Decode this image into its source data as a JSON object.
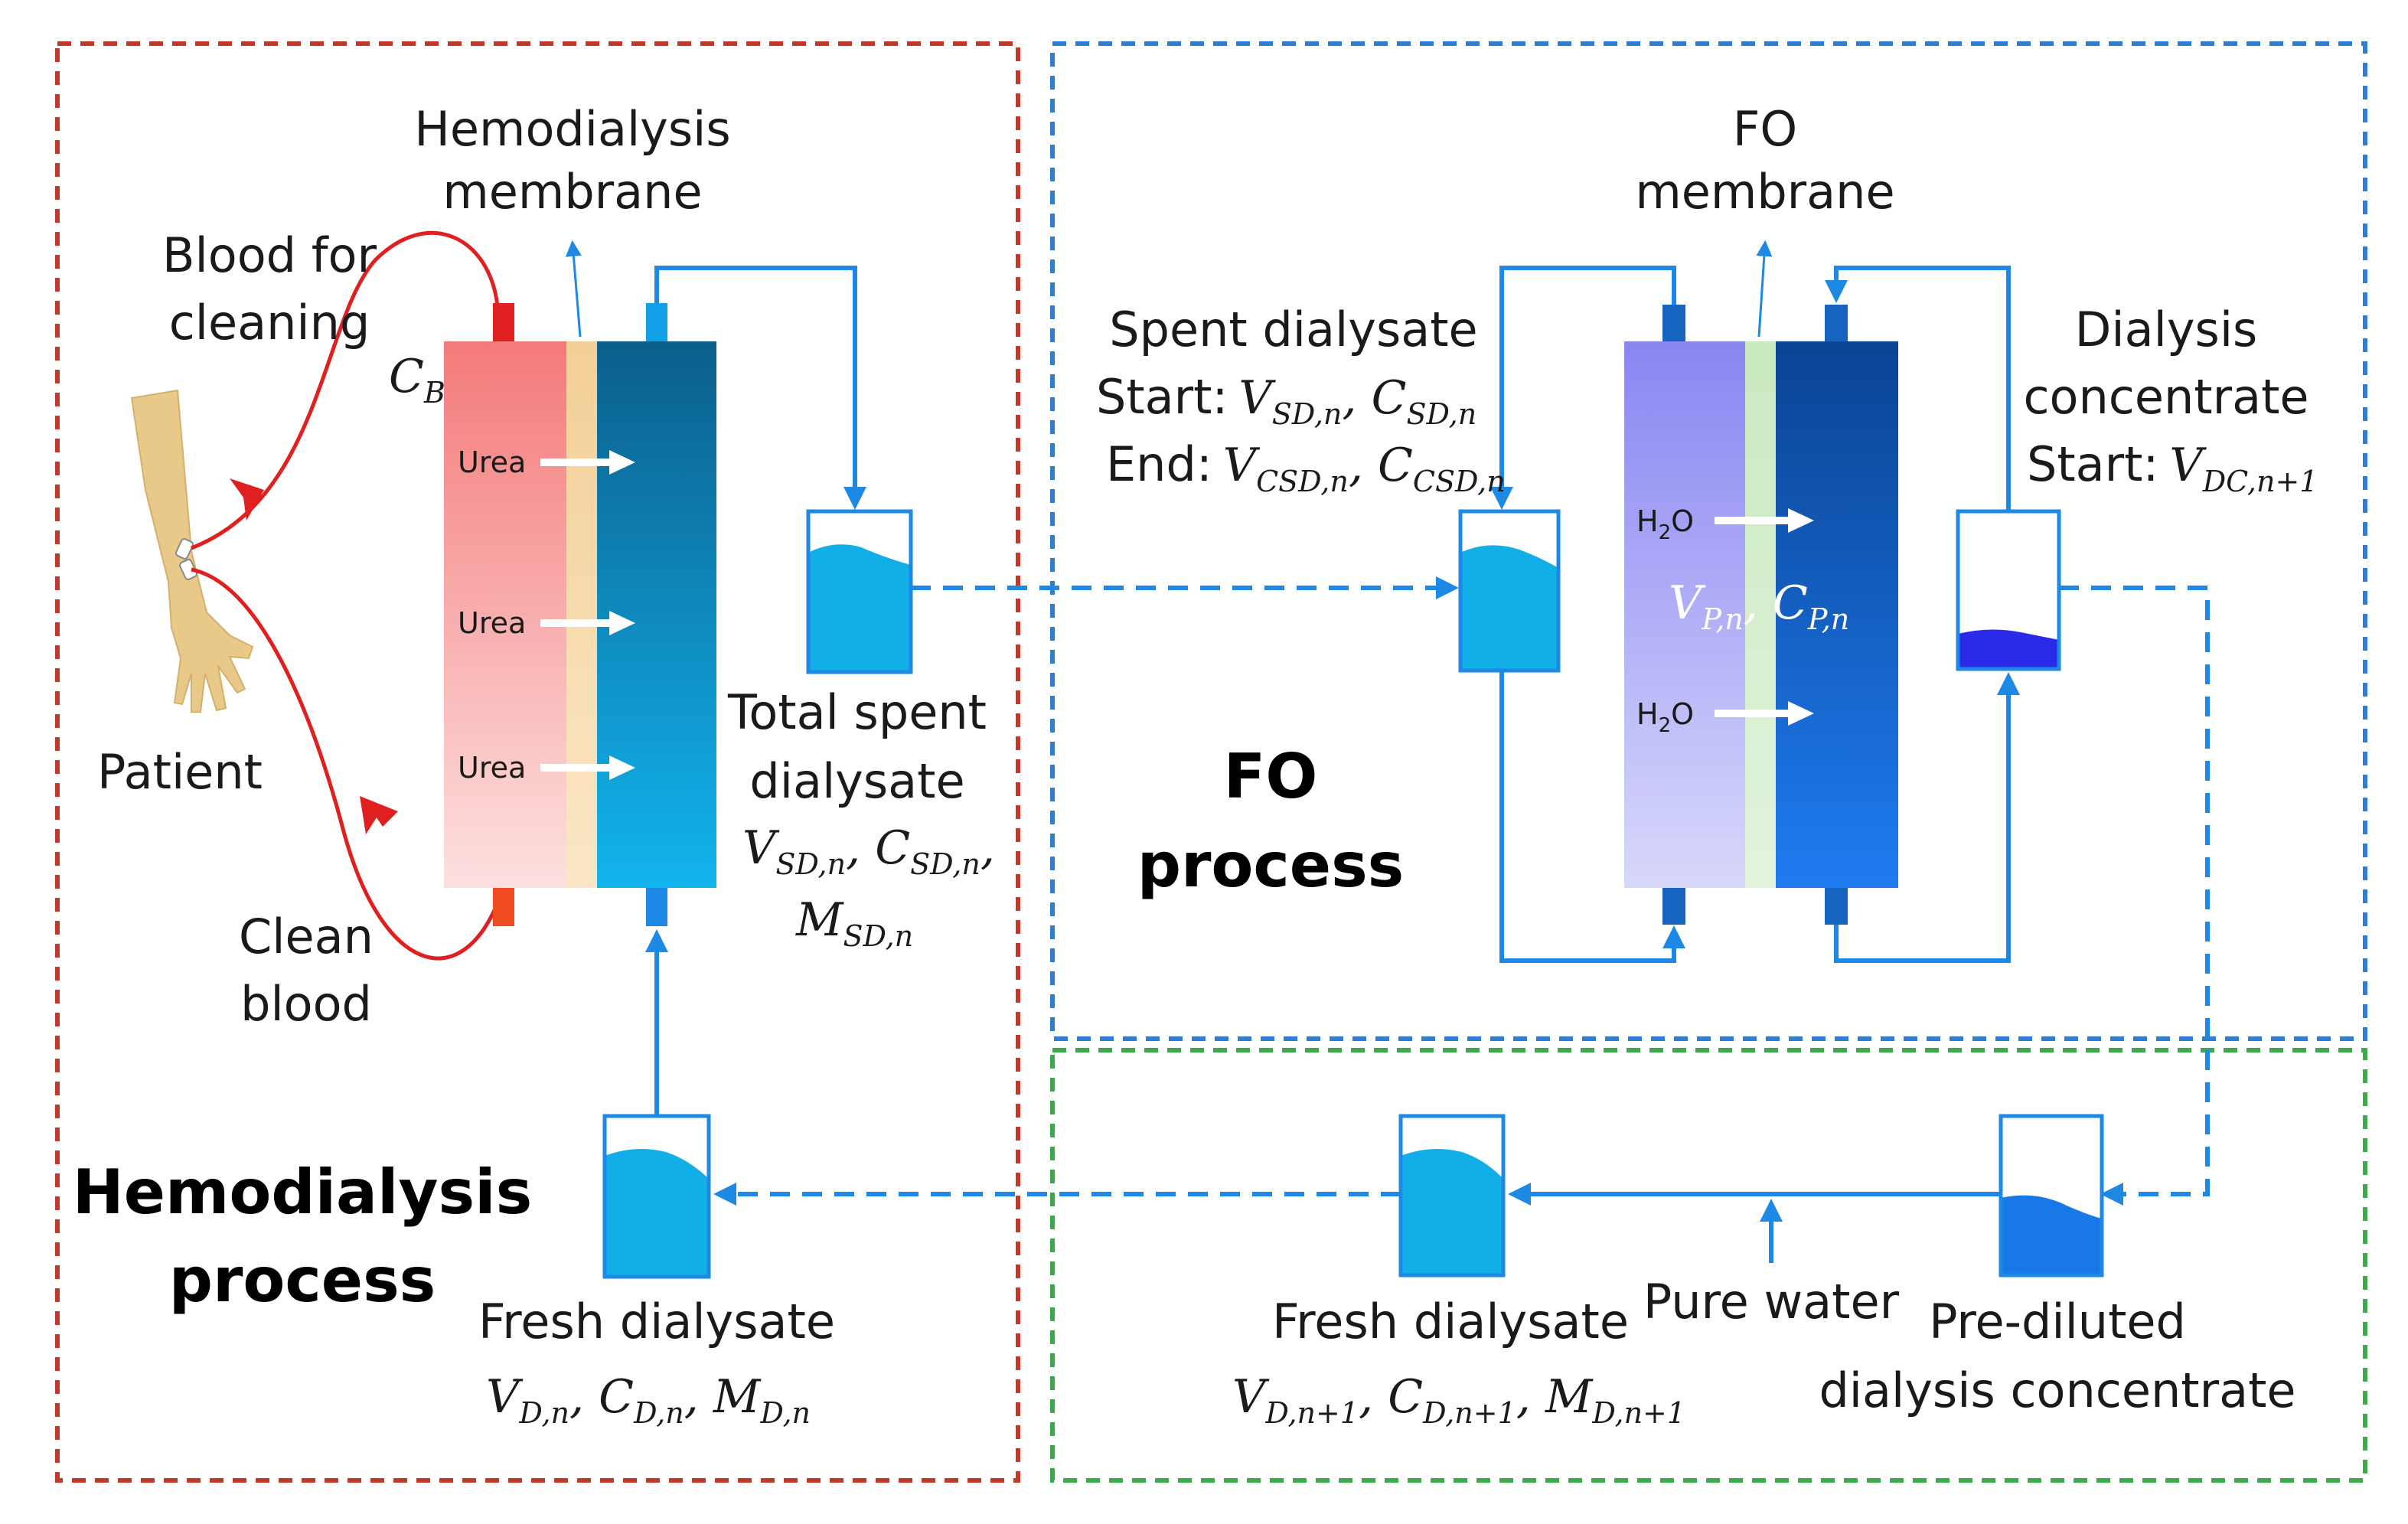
{
  "hd": {
    "title_line1": "Hemodialysis",
    "title_line2": "process",
    "membrane_line1": "Hemodialysis",
    "membrane_line2": "membrane",
    "blood_in_line1": "Blood for",
    "blood_in_line2": "cleaning",
    "cb_var": "C",
    "cb_sub": "B",
    "patient": "Patient",
    "clean_line1": "Clean",
    "clean_line2": "blood",
    "urea": [
      "Urea",
      "Urea",
      "Urea"
    ],
    "tsd_line1": "Total spent",
    "tsd_line2": "dialysate",
    "tsd_v": "V",
    "tsd_v_sub": "SD,n",
    "tsd_c": "C",
    "tsd_c_sub": "SD,n",
    "tsd_m": "M",
    "tsd_m_sub": "SD,n",
    "fresh": "Fresh dialysate",
    "fresh_v": "V",
    "fresh_v_sub": "D,n",
    "fresh_c": "C",
    "fresh_c_sub": "D,n",
    "fresh_m": "M",
    "fresh_m_sub": "D,n"
  },
  "fo": {
    "title_line1": "FO",
    "title_line2": "process",
    "membrane_line1": "FO",
    "membrane_line2": "membrane",
    "sd_title": "Spent dialysate",
    "sd_start": "Start:",
    "sd_start_v": "V",
    "sd_start_v_sub": "SD,n",
    "sd_start_c": "C",
    "sd_start_c_sub": "SD,n",
    "sd_end": "End:",
    "sd_end_v": "V",
    "sd_end_v_sub": "CSD,n",
    "sd_end_c": "C",
    "sd_end_c_sub": "CSD,n",
    "dc_line1": "Dialysis",
    "dc_line2": "concentrate",
    "dc_start": "Start:",
    "dc_v": "V",
    "dc_v_sub": "DC,n+1",
    "water1": "H",
    "water1_sub": "2",
    "water1_end": "O",
    "water2": "H",
    "water2_sub": "2",
    "water2_end": "O",
    "perm_v": "V",
    "perm_v_sub": "P,n",
    "perm_c": "C",
    "perm_c_sub": "P,n"
  },
  "prep": {
    "fresh": "Fresh dialysate",
    "fresh_v": "V",
    "fresh_v_sub": "D,n+1",
    "fresh_c": "C",
    "fresh_c_sub": "D,n+1",
    "fresh_m": "M",
    "fresh_m_sub": "D,n+1",
    "pure_water": "Pure water",
    "prediluted_line1": "Pre-diluted",
    "prediluted_line2": "dialysis concentrate"
  },
  "colors": {
    "hd_box": "#c0392b",
    "fo_box": "#2e7ed1",
    "prep_box": "#3aaa4a",
    "pipe": "#1e88e5",
    "blood": "#e02020"
  }
}
